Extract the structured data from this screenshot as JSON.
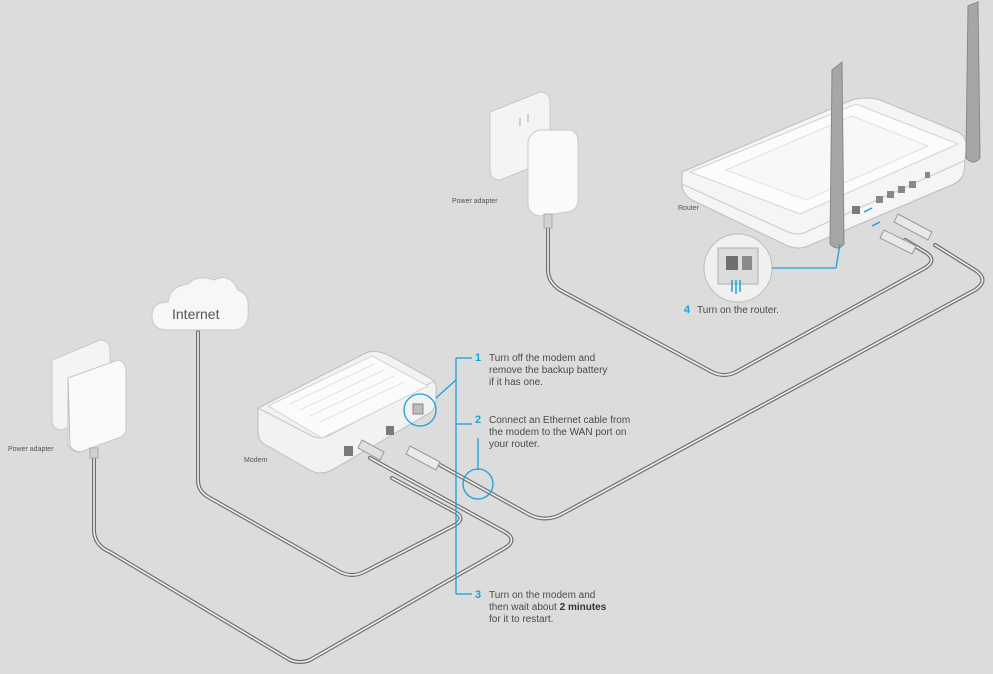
{
  "labels": {
    "internet": "Internet",
    "power_adapter_left": "Power adapter",
    "power_adapter_top": "Power adapter",
    "modem": "Modem",
    "router": "Router"
  },
  "steps": [
    {
      "number": "1",
      "lines": [
        "Turn off the modem and",
        "remove the backup battery",
        "if it has one."
      ]
    },
    {
      "number": "2",
      "lines": [
        "Connect an Ethernet cable from",
        "the modem to the WAN port on",
        "your router."
      ]
    },
    {
      "number": "3",
      "line1": "Turn on the modem and",
      "line2_pre": "then wait about ",
      "line2_bold": "2 minutes",
      "line3": "for it to restart."
    },
    {
      "number": "4",
      "line": "Turn on the router."
    }
  ],
  "colors": {
    "accent": "#17a2d8",
    "background": "#dcdcdd",
    "cable": "#6e6e6e",
    "device": "#f6f6f6"
  }
}
